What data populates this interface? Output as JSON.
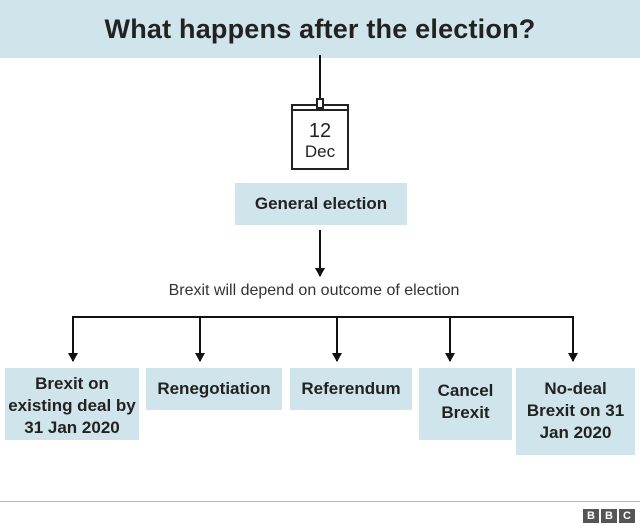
{
  "title": "What happens after the election?",
  "calendar": {
    "day": "12",
    "month": "Dec"
  },
  "election_label": "General election",
  "depend_text": "Brexit will depend on outcome of election",
  "outcomes": [
    "Brexit on existing deal by 31 Jan 2020",
    "Renegotiation",
    "Referendum",
    "Cancel Brexit",
    "No-deal Brexit on 31 Jan 2020"
  ],
  "logo": [
    "B",
    "B",
    "C"
  ],
  "colors": {
    "box_fill": "#d0e4ec",
    "line": "#111111",
    "text": "#222222"
  }
}
